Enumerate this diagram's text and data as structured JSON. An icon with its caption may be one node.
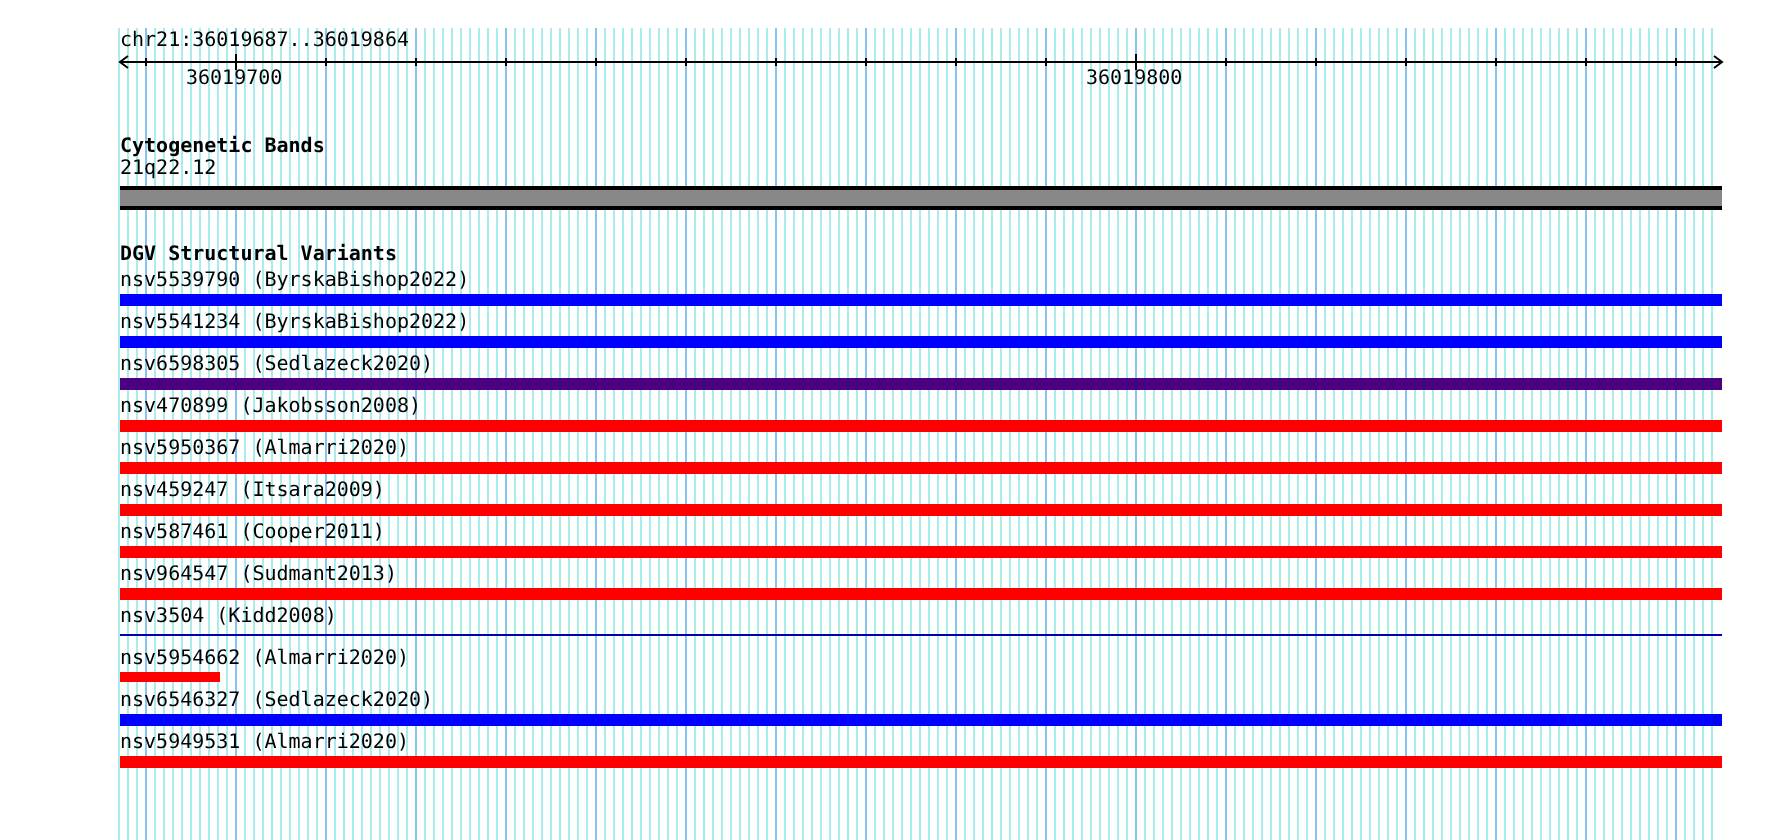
{
  "diagram": {
    "nodes": [
      {
        "text": [
          "21q22.12"
        ]
      },
      {
        "text": [
          "nsv5539790 (ByrskaBishop2022)"
        ]
      },
      {
        "text": [
          "nsv5541234 (ByrskaBishop2022)"
        ]
      },
      {
        "text": [
          "nsv6598305 (Sedlazeck2020)"
        ]
      },
      {
        "text": [
          "nsv470899 (Jakobsson2008)"
        ]
      },
      {
        "text": [
          "nsv5950367 (Almarri2020)"
        ]
      },
      {
        "text": [
          "nsv459247 (Itsara2009)"
        ]
      },
      {
        "text": [
          "nsv587461 (Cooper2011)"
        ]
      },
      {
        "text": [
          "nsv964547 (Sudmant2013)"
        ]
      },
      {
        "text": [
          "nsv3504 (Kidd2008)"
        ]
      },
      {
        "text": [
          "nsv5954662 (Almarri2020)"
        ]
      },
      {
        "text": [
          "nsv6546327 (Sedlazeck2020)"
        ]
      },
      {
        "text": [
          "nsv5949531 (Almarri2020)"
        ]
      }
    ],
    "labels": [
      "chr21:36019687..36019864",
      "36019700",
      "36019800",
      "Cytogenetic Bands",
      "DGV Structural Variants"
    ]
  }
}
